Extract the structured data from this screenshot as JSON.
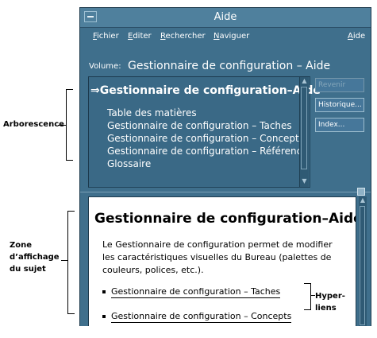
{
  "window": {
    "title": "Aide"
  },
  "menubar": {
    "items": [
      "Fichier",
      "Editer",
      "Rechercher",
      "Naviguer"
    ],
    "help": "Aide"
  },
  "volume": {
    "label": "Volume:",
    "value": "Gestionnaire de configuration – Aide"
  },
  "navigator": {
    "current": "⇒Gestionnaire de configuration–Aide",
    "items": [
      "Table des matières",
      "Gestionnaire de configuration – Taches",
      "Gestionnaire de configuration – Concepts",
      "Gestionnaire de configuration – Référence",
      "Glossaire"
    ]
  },
  "buttons": {
    "back": "Revenir",
    "history": "Historique...",
    "index": "Index..."
  },
  "content": {
    "heading": "Gestionnaire de configuration–Aide",
    "paragraph": "Le Gestionnaire de configuration permet de modifier les caractéristiques visuelles du Bureau (palettes de couleurs, polices, etc.).",
    "links": [
      "Gestionnaire de configuration – Taches",
      "Gestionnaire de configuration – Concepts"
    ]
  },
  "annotations": {
    "tree": "Arborescence",
    "topic_line1": "Zone",
    "topic_line2": "d’affichage",
    "topic_line3": "du sujet",
    "hyper_line1": "Hyper-",
    "hyper_line2": "liens"
  },
  "colors": {
    "window_bg": "#3f6f8c",
    "titlebar": "#4f809d",
    "content_bg": "#ffffff"
  }
}
